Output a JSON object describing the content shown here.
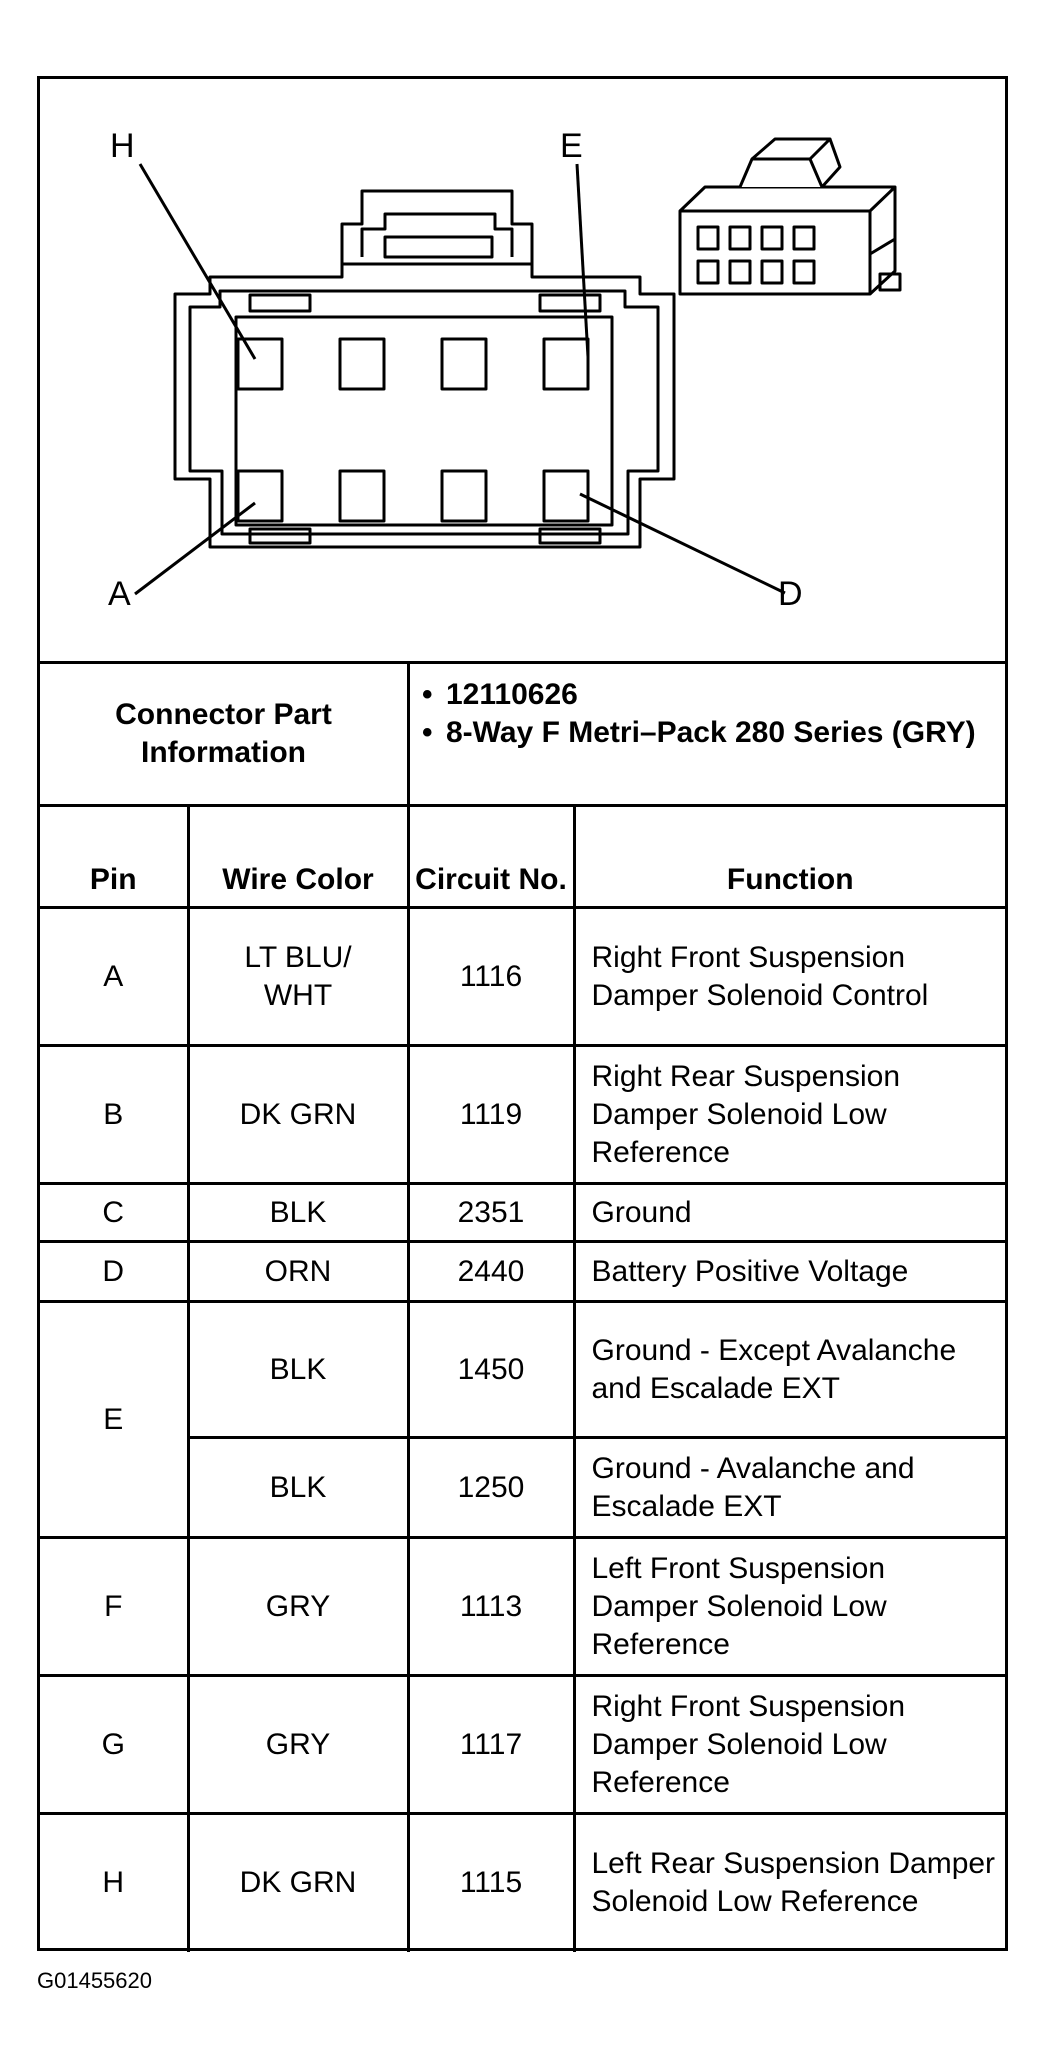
{
  "diagram": {
    "pin_labels": {
      "top_left": "H",
      "top_right": "E",
      "bottom_left": "A",
      "bottom_right": "D"
    }
  },
  "connector_info": {
    "label": "Connector Part Information",
    "items": [
      "12110626",
      "8-Way F Metri–Pack 280 Series (GRY)"
    ]
  },
  "table": {
    "headers": {
      "pin": "Pin",
      "wire_color": "Wire Color",
      "circuit_no": "Circuit No.",
      "function": "Function"
    },
    "rows": [
      {
        "pin": "A",
        "wire_color": "LT BLU/ WHT",
        "circuit": "1116",
        "function": "Right Front Suspension Damper Solenoid Control"
      },
      {
        "pin": "B",
        "wire_color": "DK GRN",
        "circuit": "1119",
        "function": "Right Rear Suspension Damper Solenoid Low Reference"
      },
      {
        "pin": "C",
        "wire_color": "BLK",
        "circuit": "2351",
        "function": "Ground"
      },
      {
        "pin": "D",
        "wire_color": "ORN",
        "circuit": "2440",
        "function": "Battery Positive Voltage"
      },
      {
        "pin": "E",
        "wire_color": "BLK",
        "circuit": "1450",
        "function": "Ground - Except Avalanche and Escalade EXT"
      },
      {
        "pin": "",
        "wire_color": "BLK",
        "circuit": "1250",
        "function": "Ground - Avalanche and Escalade EXT"
      },
      {
        "pin": "F",
        "wire_color": "GRY",
        "circuit": "1113",
        "function": "Left Front Suspension Damper Solenoid Low Reference"
      },
      {
        "pin": "G",
        "wire_color": "GRY",
        "circuit": "1117",
        "function": "Right Front Suspension Damper Solenoid Low Reference"
      },
      {
        "pin": "H",
        "wire_color": "DK GRN",
        "circuit": "1115",
        "function": "Left Rear Suspension Damper Solenoid Low Reference"
      }
    ]
  },
  "figure_id": "G01455620"
}
